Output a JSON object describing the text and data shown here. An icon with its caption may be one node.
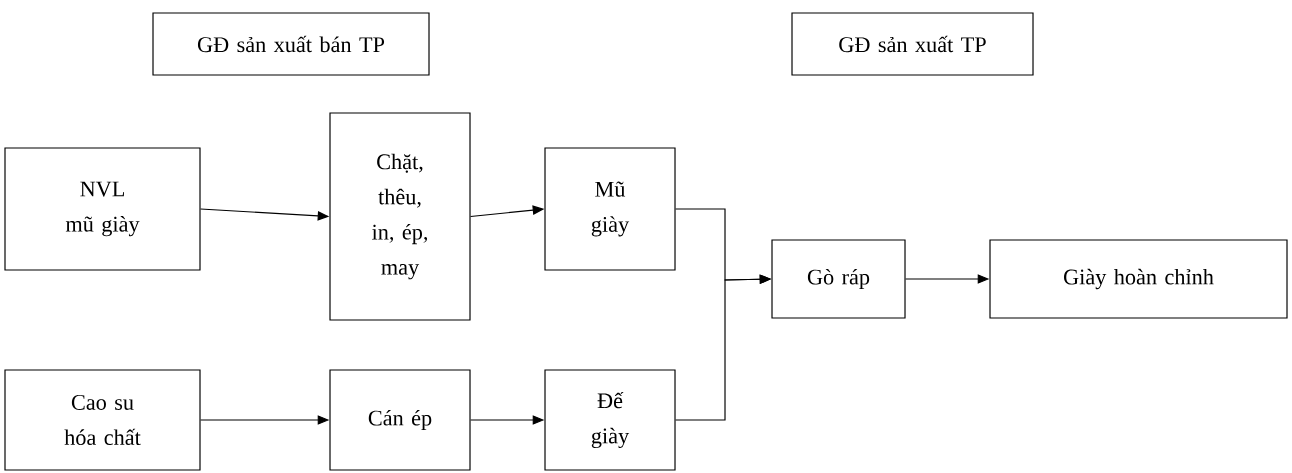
{
  "diagram": {
    "nodes": [
      {
        "text": [
          "GĐ sản xuất bán TP"
        ]
      },
      {
        "text": [
          "GĐ sản xuất TP"
        ]
      },
      {
        "text": [
          "NVL mũ giày"
        ]
      },
      {
        "text": [
          "Chặt, thêu, in, ép, may"
        ]
      },
      {
        "text": [
          "Mũ giày"
        ]
      },
      {
        "text": [
          "Cao su hóa chất"
        ]
      },
      {
        "text": [
          "Cán ép"
        ]
      },
      {
        "text": [
          "Đế giày"
        ]
      },
      {
        "text": [
          "Gò ráp"
        ]
      },
      {
        "text": [
          "Giày  hoàn  chỉnh"
        ]
      }
    ],
    "edges": [
      {
        "from": 2,
        "to": 3,
        "arrow": "to"
      },
      {
        "from": 3,
        "to": 4,
        "arrow": "to"
      },
      {
        "from": 5,
        "to": 6,
        "arrow": "to"
      },
      {
        "from": 6,
        "to": 7,
        "arrow": "to"
      },
      {
        "from": 4,
        "to": 8,
        "arrow": "to"
      },
      {
        "from": 7,
        "to": 8,
        "arrow": "to"
      },
      {
        "from": 8,
        "to": 9,
        "arrow": "to"
      }
    ]
  }
}
